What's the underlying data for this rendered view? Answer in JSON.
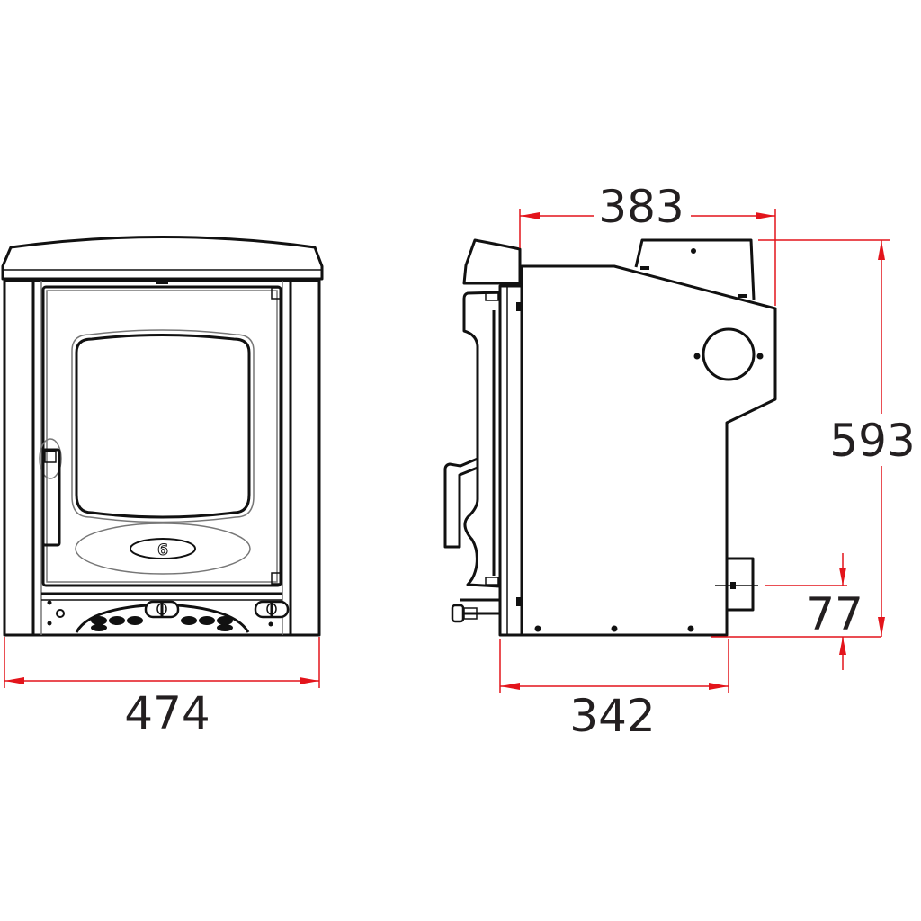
{
  "dimensions": {
    "front_width": "474",
    "side_top_depth": "383",
    "height": "593",
    "outlet_height": "77",
    "side_base_depth": "342"
  },
  "colors": {
    "dimension_line": "#e3141b",
    "outline": "#111111",
    "label": "#231f20"
  }
}
